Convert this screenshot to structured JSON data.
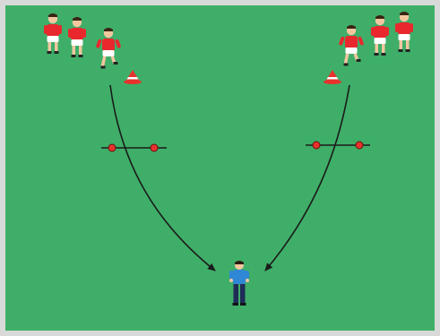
{
  "diagram": {
    "colors": {
      "border": "#d9d9d9",
      "field": "#3fae68",
      "player_shirt": "#e8282d",
      "player_shorts": "#ffffff",
      "player_skin": "#f2c7a0",
      "coach_shirt": "#2f87d6",
      "coach_pants": "#1f2c57",
      "cone": "#e8322c",
      "gate_line": "#1a1a1a",
      "arrow": "#1a1a1a"
    },
    "elements": {
      "left_players": 3,
      "right_players": 3,
      "cones": 2,
      "gates": 2,
      "coaches": 1,
      "arrows": 2
    },
    "icons": {
      "player": "player-icon",
      "coach": "coach-icon",
      "cone": "cone-icon",
      "gate": "marker-gate"
    }
  }
}
